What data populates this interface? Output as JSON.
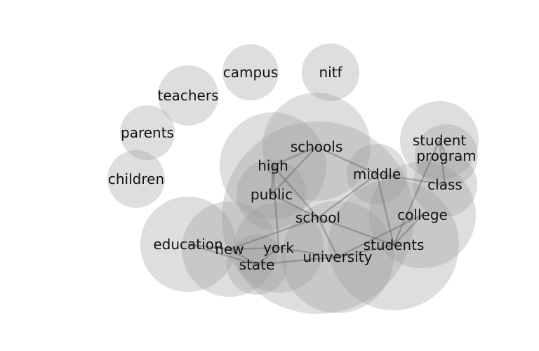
{
  "graph": {
    "nodes": [
      {
        "id": "campus",
        "label": "campus",
        "weight": 1
      },
      {
        "id": "nitf",
        "label": "nitf",
        "weight": 1
      },
      {
        "id": "teachers",
        "label": "teachers",
        "weight": 1
      },
      {
        "id": "parents",
        "label": "parents",
        "weight": 1
      },
      {
        "id": "children",
        "label": "children",
        "weight": 1
      },
      {
        "id": "schools",
        "label": "schools",
        "weight": 3
      },
      {
        "id": "high",
        "label": "high",
        "weight": 3
      },
      {
        "id": "public",
        "label": "public",
        "weight": 2
      },
      {
        "id": "school",
        "label": "school",
        "weight": 6
      },
      {
        "id": "middle",
        "label": "middle",
        "weight": 1
      },
      {
        "id": "student",
        "label": "student",
        "weight": 2
      },
      {
        "id": "program",
        "label": "program",
        "weight": 1
      },
      {
        "id": "class",
        "label": "class",
        "weight": 1
      },
      {
        "id": "college",
        "label": "college",
        "weight": 3
      },
      {
        "id": "students",
        "label": "students",
        "weight": 4
      },
      {
        "id": "university",
        "label": "university",
        "weight": 4
      },
      {
        "id": "education",
        "label": "education",
        "weight": 2
      },
      {
        "id": "new",
        "label": "new",
        "weight": 2
      },
      {
        "id": "york",
        "label": "york",
        "weight": 2
      },
      {
        "id": "state",
        "label": "state",
        "weight": 1
      }
    ],
    "edges": [
      [
        "schools",
        "high"
      ],
      [
        "schools",
        "public"
      ],
      [
        "schools",
        "middle"
      ],
      [
        "high",
        "public"
      ],
      [
        "high",
        "school"
      ],
      [
        "high",
        "york"
      ],
      [
        "public",
        "school"
      ],
      [
        "school",
        "middle"
      ],
      [
        "school",
        "university"
      ],
      [
        "school",
        "students"
      ],
      [
        "school",
        "new"
      ],
      [
        "middle",
        "class"
      ],
      [
        "middle",
        "students"
      ],
      [
        "student",
        "program"
      ],
      [
        "student",
        "class"
      ],
      [
        "student",
        "students"
      ],
      [
        "college",
        "students"
      ],
      [
        "college",
        "university"
      ],
      [
        "students",
        "university"
      ],
      [
        "university",
        "york"
      ],
      [
        "university",
        "state"
      ],
      [
        "education",
        "new"
      ],
      [
        "education",
        "state"
      ],
      [
        "new",
        "york"
      ],
      [
        "new",
        "state"
      ],
      [
        "york",
        "state"
      ]
    ]
  }
}
